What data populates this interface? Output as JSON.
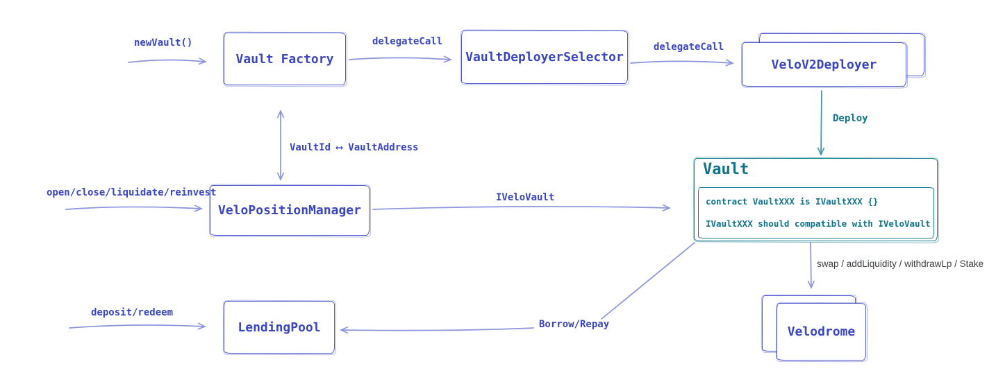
{
  "colors": {
    "node_blue_text": "#3a45c0",
    "node_blue_border": "#4f5bcd",
    "arrow_blue": "#8a93dd",
    "teal": "#0e7389",
    "teal_arrow": "#3e95a3",
    "plain_label_gray": "#3d4045",
    "background": "#ffffff"
  },
  "nodes": {
    "vault_factory": {
      "label": "Vault Factory"
    },
    "vault_deployer_selector": {
      "label": "VaultDeployerSelector"
    },
    "velo_v2_deployer": {
      "label": "VeloV2Deployer"
    },
    "vault": {
      "title": "Vault",
      "code_line_1": "contract VaultXXX is IVaultXXX {}",
      "code_line_2": "IVaultXXX should compatible with IVeloVault"
    },
    "velo_position_manager": {
      "label": "VeloPositionManager"
    },
    "lending_pool": {
      "label": "LendingPool"
    },
    "velodrome": {
      "label": "Velodrome"
    }
  },
  "edges": {
    "new_vault": {
      "label": "newVault()"
    },
    "delegate_call_factory_to_selector": {
      "label": "delegateCall"
    },
    "delegate_call_selector_to_deployer": {
      "label": "delegateCall"
    },
    "deploy": {
      "label": "Deploy"
    },
    "vault_id_mapping": {
      "label": "VaultId ⟷ VaultAddress"
    },
    "open_close_liquidate_reinvest": {
      "label": "open/close/liquidate/reinvest"
    },
    "ivelo_vault": {
      "label": "IVeloVault"
    },
    "swap_add_liquidity_withdraw_stake": {
      "label": "swap / addLiquidity / withdrawLp / Stake"
    },
    "deposit_redeem": {
      "label": "deposit/redeem"
    },
    "borrow_repay": {
      "label": "Borrow/Repay"
    }
  }
}
